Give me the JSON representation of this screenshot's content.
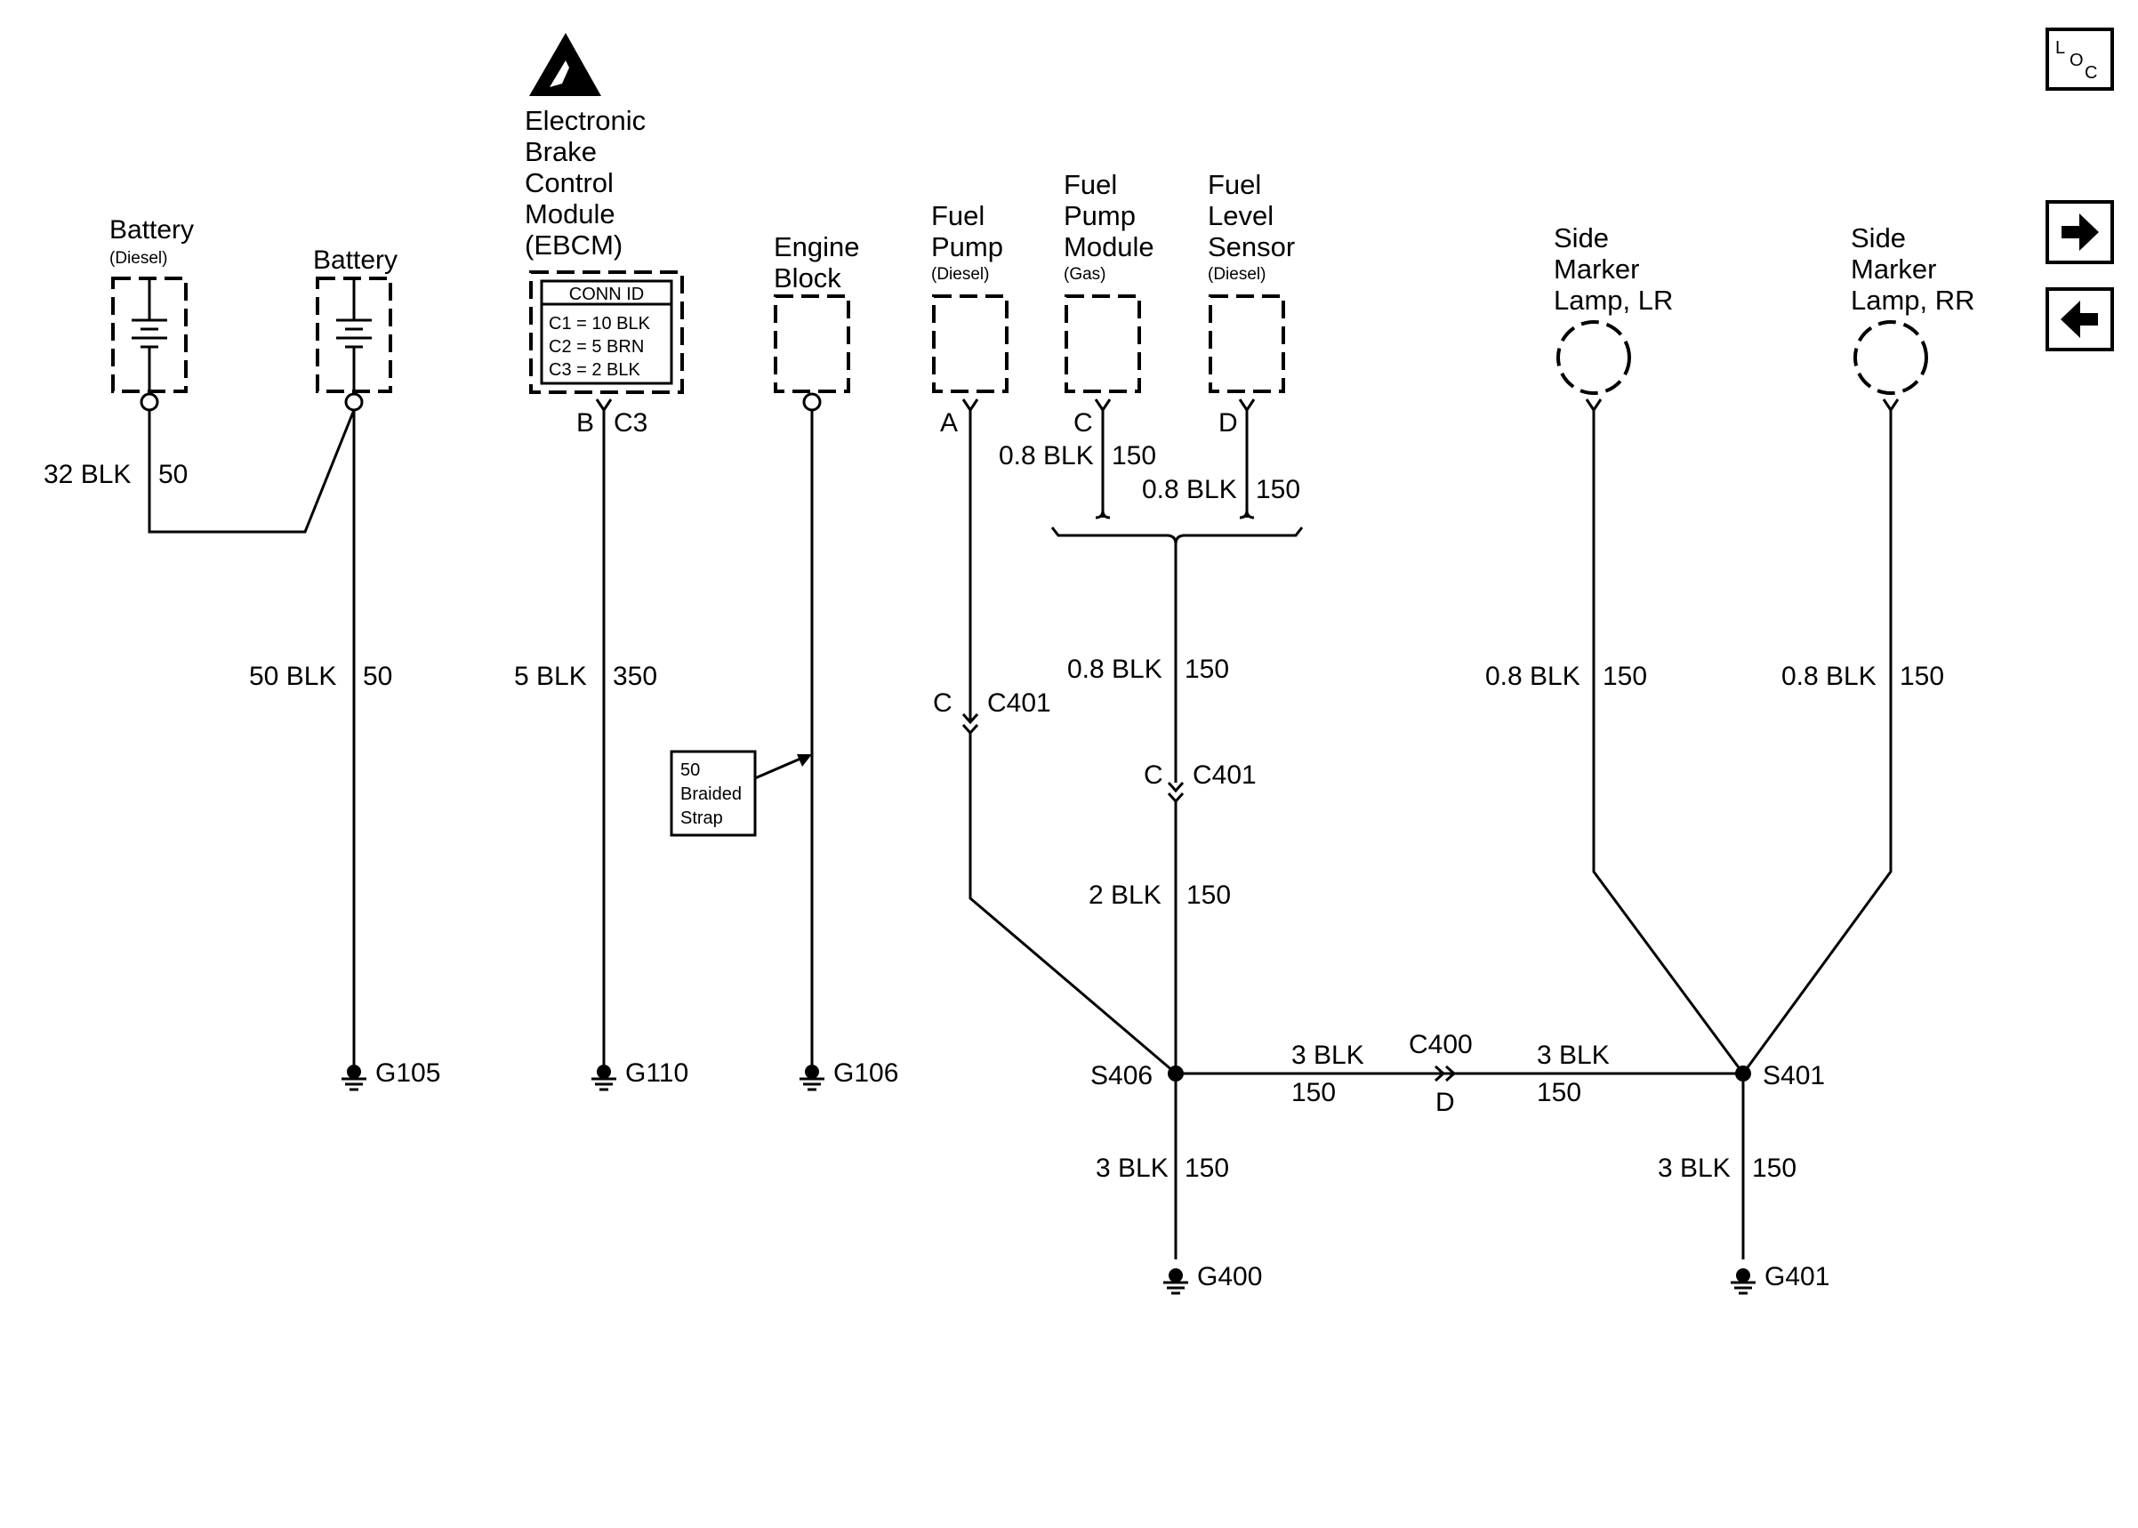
{
  "nav": {
    "loc_label_l": "L",
    "loc_label_o": "O",
    "loc_label_c": "C",
    "next_arrow": "arrow-right-icon",
    "prev_arrow": "arrow-left-icon"
  },
  "components": {
    "battery_diesel": {
      "name": "Battery",
      "variant": "(Diesel)"
    },
    "battery": {
      "name": "Battery"
    },
    "ebcm": {
      "name_lines": [
        "Electronic",
        "Brake",
        "Control",
        "Module",
        "(EBCM)"
      ],
      "conn_title": "CONN ID",
      "conn_rows": [
        "C1 = 10 BLK",
        "C2 = 5 BRN",
        "C3 = 2 BLK"
      ],
      "pin": "B",
      "connector": "C3"
    },
    "engine_block": {
      "name_lines": [
        "Engine",
        "Block"
      ]
    },
    "fuel_pump": {
      "name_lines": [
        "Fuel",
        "Pump"
      ],
      "variant": "(Diesel)",
      "pin": "A"
    },
    "fuel_pump_module": {
      "name_lines": [
        "Fuel",
        "Pump",
        "Module"
      ],
      "variant": "(Gas)",
      "pin": "C"
    },
    "fuel_level_sensor": {
      "name_lines": [
        "Fuel",
        "Level",
        "Sensor"
      ],
      "variant": "(Diesel)",
      "pin": "D"
    },
    "side_marker_lr": {
      "name_lines": [
        "Side",
        "Marker",
        "Lamp, LR"
      ]
    },
    "side_marker_rr": {
      "name_lines": [
        "Side",
        "Marker",
        "Lamp, RR"
      ]
    },
    "braided_strap": {
      "lines": [
        "50",
        "Braided",
        "Strap"
      ]
    }
  },
  "wires": {
    "batt_link": {
      "gauge": "32 BLK",
      "circuit": "50"
    },
    "batt_main": {
      "gauge": "50 BLK",
      "circuit": "50"
    },
    "ebcm_gnd": {
      "gauge": "5 BLK",
      "circuit": "350"
    },
    "fpm_wire": {
      "gauge": "0.8 BLK",
      "circuit": "150"
    },
    "fls_wire": {
      "gauge": "0.8 BLK",
      "circuit": "150"
    },
    "merged_upper": {
      "gauge": "0.8 BLK",
      "circuit": "150"
    },
    "merged_lower": {
      "gauge": "2 BLK",
      "circuit": "150"
    },
    "lr_wire": {
      "gauge": "0.8 BLK",
      "circuit": "150"
    },
    "rr_wire": {
      "gauge": "0.8 BLK",
      "circuit": "150"
    },
    "s406_to_c400": {
      "gauge": "3 BLK",
      "circuit": "150"
    },
    "c400_to_s401": {
      "gauge": "3 BLK",
      "circuit": "150"
    },
    "s406_to_g400": {
      "gauge": "3 BLK",
      "circuit": "150"
    },
    "s401_to_g401": {
      "gauge": "3 BLK",
      "circuit": "150"
    }
  },
  "connectors": {
    "c401_a": {
      "pin": "C",
      "name": "C401"
    },
    "c401_b": {
      "pin": "C",
      "name": "C401"
    },
    "c400": {
      "name": "C400",
      "pin": "D"
    }
  },
  "splices": {
    "s406": "S406",
    "s401": "S401"
  },
  "grounds": {
    "g105": "G105",
    "g110": "G110",
    "g106": "G106",
    "g400": "G400",
    "g401": "G401"
  }
}
